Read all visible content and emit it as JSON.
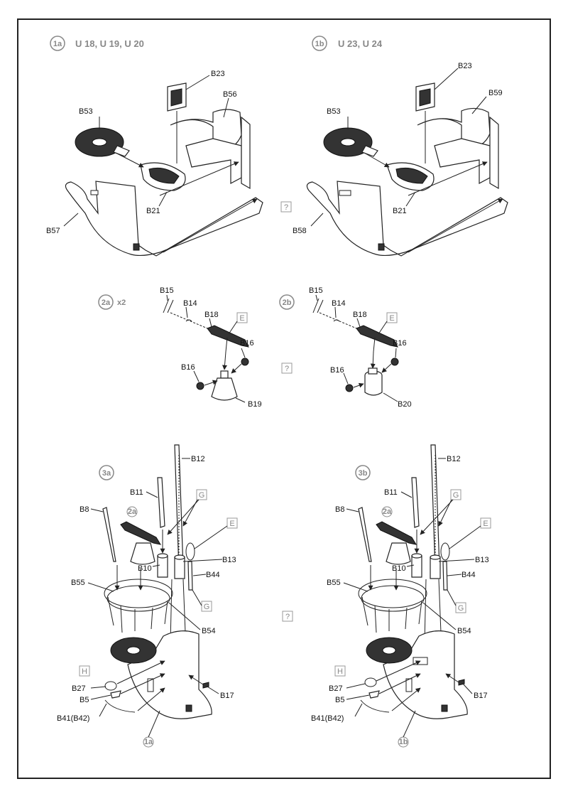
{
  "steps": {
    "s1a": {
      "badge": "1a",
      "title": "U 18, U 19, U 20",
      "parts": {
        "b23": "B23",
        "b53": "B53",
        "b56": "B56",
        "b21": "B21",
        "b57": "B57"
      }
    },
    "s1b": {
      "badge": "1b",
      "title": "U 23, U 24",
      "box": "?",
      "parts": {
        "b23": "B23",
        "b53": "B53",
        "b59": "B59",
        "b21": "B21",
        "b58": "B58"
      }
    },
    "s2a": {
      "badge": "2a",
      "mult": "x2",
      "parts": {
        "b15": "B15",
        "b14": "B14",
        "b18": "B18",
        "e": "E",
        "b16a": "B16",
        "b16b": "B16",
        "b19": "B19"
      }
    },
    "s2b": {
      "badge": "2b",
      "box": "?",
      "parts": {
        "b15": "B15",
        "b14": "B14",
        "b18": "B18",
        "e": "E",
        "b16a": "B16",
        "b16b": "B16",
        "b20": "B20"
      }
    },
    "s3a": {
      "badge": "3a",
      "sub1": "2a",
      "sub2": "1a",
      "parts": {
        "b12": "B12",
        "b11": "B11",
        "g1": "G",
        "b8": "B8",
        "e": "E",
        "b13": "B13",
        "b10": "B10",
        "b44": "B44",
        "b55": "B55",
        "g2": "G",
        "b54": "B54",
        "h": "H",
        "b27": "B27",
        "b5": "B5",
        "b17": "B17",
        "b41": "B41(B42)"
      }
    },
    "s3b": {
      "badge": "3b",
      "sub1": "2a",
      "sub2": "1b",
      "box": "?",
      "parts": {
        "b12": "B12",
        "b11": "B11",
        "g1": "G",
        "b8": "B8",
        "e": "E",
        "b13": "B13",
        "b10": "B10",
        "b44": "B44",
        "b55": "B55",
        "g2": "G",
        "b54": "B54",
        "h": "H",
        "b27": "B27",
        "b5": "B5",
        "b17": "B17",
        "b41": "B41(B42)"
      }
    }
  }
}
